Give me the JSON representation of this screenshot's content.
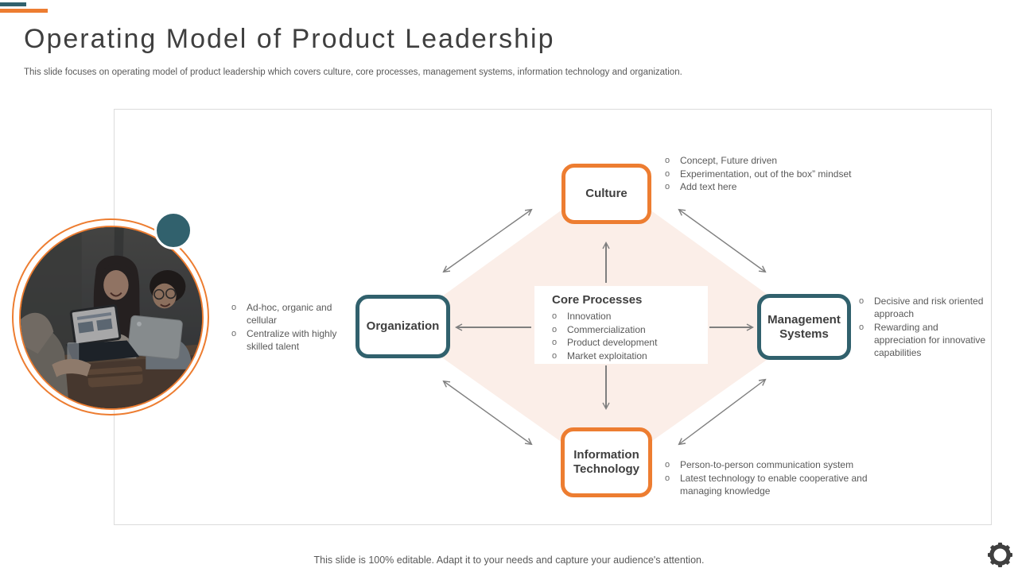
{
  "slide": {
    "title": "Operating Model of Product Leadership",
    "subtitle": "This slide focuses on operating model of product leadership which covers culture, core processes, management systems, information technology and organization.",
    "footer": "This slide is 100% editable. Adapt it to your needs and capture your audience's attention."
  },
  "colors": {
    "orange": "#ED7D31",
    "teal": "#31616D",
    "diamond_fill": "#FBEEE8",
    "arrow": "#7F7F7F",
    "title_text": "#3F3F3F",
    "body_text": "#595959",
    "frame_border": "#DCDCDC"
  },
  "diagram": {
    "center": {
      "title": "Core Processes",
      "bullets": [
        "Innovation",
        "Commercialization",
        "Product development",
        "Market exploitation"
      ]
    },
    "nodes": {
      "culture": {
        "label": "Culture",
        "bullets": [
          "Concept, Future driven",
          "Experimentation, out of the box” mindset",
          "Add text here"
        ]
      },
      "organization": {
        "label": "Organization",
        "bullets": [
          "Ad-hoc, organic and cellular",
          "Centralize with highly skilled talent"
        ]
      },
      "management": {
        "label": "Management Systems",
        "bullets": [
          "Decisive and risk oriented approach",
          "Rewarding and appreciation for innovative capabilities"
        ]
      },
      "information_technology": {
        "label": "Information Technology",
        "bullets": [
          "Person-to-person communication system",
          "Latest technology to enable cooperative and managing knowledge"
        ]
      }
    }
  },
  "icons": {
    "gear": "gear-icon",
    "photo": "team-photo-circle"
  }
}
